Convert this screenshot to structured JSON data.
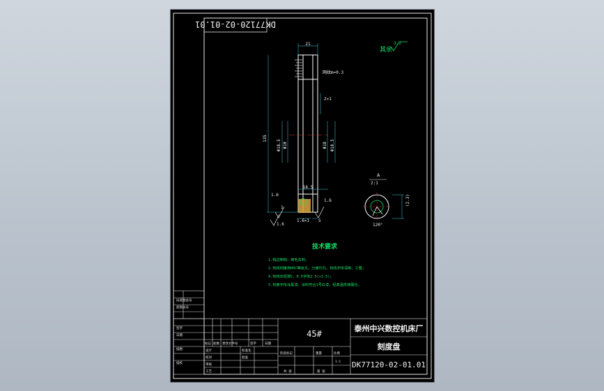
{
  "drawing_number_rotated": "DK77120-02-01.01",
  "dims": {
    "width_top": "21",
    "knurl": "网纹m=0.3",
    "chamfer_note": "2×1",
    "length_total": "135",
    "dia_left": "Φ18.5",
    "dia_mid_left": "Φ10",
    "dia_mid_right": "Φ18",
    "dia_right": "Φ18.5",
    "len_lower": "18.5",
    "left_rough": "1.6",
    "right_rough": "1.6",
    "bottom_left": "1.6",
    "thread": "1.6×1",
    "slot": "5",
    "small_1": "1"
  },
  "roughness_corner": {
    "label": "其余",
    "value": "3.2"
  },
  "section": {
    "label": "A",
    "scale": "2:1",
    "dim_right": "(2.3)",
    "angle": "120°"
  },
  "tech": {
    "title": "技术要求",
    "items": [
      "1.锐边倒钝，倒毛去刺。",
      "2.刻线刻度用HRC等级文，分度均匀，刻线字体清晰，工整；",
      "4.刻线长短按C，0.5字体2.5(×2.5)；",
      "5.刻度字体涂黑漆，涂料符合1号白漆，经高温烘烤硬化。"
    ]
  },
  "title_block": {
    "material": "45#",
    "company": "泰州中兴数控机床厂",
    "part_name": "刻度盘",
    "drawing_no": "DK77120-02-01.01",
    "stage_label": "阶段标记",
    "weight_label": "重量",
    "ratio_label": "比例",
    "ratio_value": "1:1",
    "sheet_label": "共 张",
    "sheet_of": "第 张",
    "rev_headers": [
      "标记",
      "处数",
      "更改文件号",
      "签字",
      "日期"
    ],
    "row_labels": [
      "设计",
      "校对",
      "审核",
      "工艺",
      "标准化",
      "批准"
    ],
    "side_labels": [
      "旧底图总号",
      "底图总号",
      "签字",
      "日期",
      "描图",
      "描校"
    ]
  }
}
